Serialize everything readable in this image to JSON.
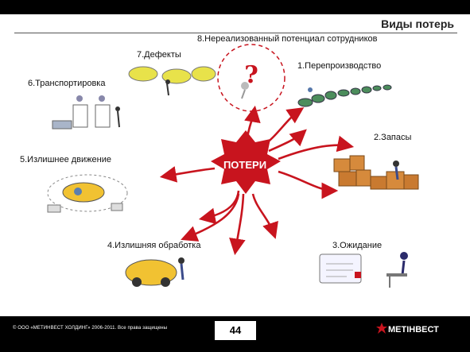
{
  "slide": {
    "title": "Виды потерь",
    "center_label": "ПОТЕРИ",
    "page_number": "44"
  },
  "wastes": [
    {
      "label": "1.Перепроизводство",
      "icon": "overproduction-cars-icon"
    },
    {
      "label": "2.Запасы",
      "icon": "inventory-boxes-icon"
    },
    {
      "label": "3.Ожидание",
      "icon": "waiting-person-icon"
    },
    {
      "label": "4.Излишняя обработка",
      "icon": "overprocessing-car-icon"
    },
    {
      "label": "5.Излишнее движение",
      "icon": "excess-motion-icon"
    },
    {
      "label": "6.Транспортировка",
      "icon": "transport-icon"
    },
    {
      "label": "7.Дефекты",
      "icon": "defects-cars-icon"
    },
    {
      "label": "8.Нереализованный потенциал сотрудников",
      "icon": "unused-talent-icon"
    }
  ],
  "footer": {
    "copyright": "© ООО «МЕТИНВЕСТ ХОЛДИНГ» 2006-2011. Все права защищены",
    "brand": "МЕТІНВЕСТ"
  },
  "colors": {
    "accent_red": "#c8141e",
    "background": "#ffffff",
    "bars": "#000000"
  }
}
